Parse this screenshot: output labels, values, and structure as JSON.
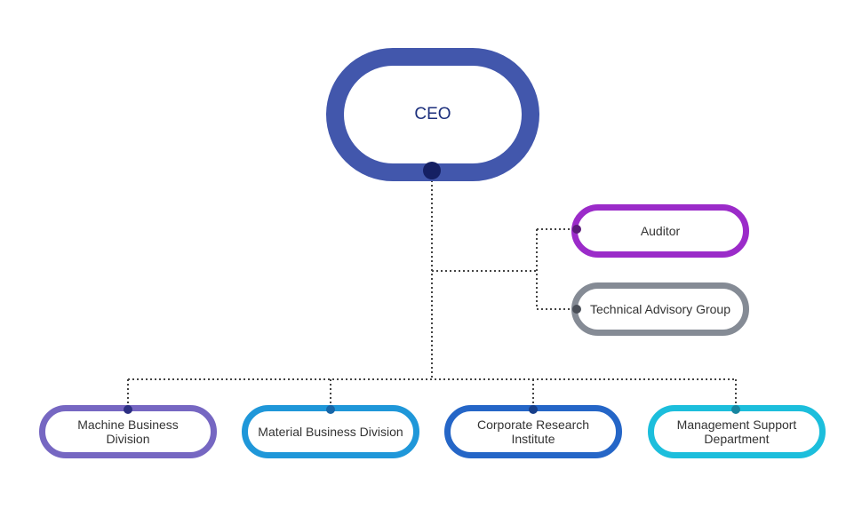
{
  "ceo": {
    "label": "CEO"
  },
  "side_units": [
    {
      "label": "Auditor",
      "color": "#9b2bc9"
    },
    {
      "label": "Technical Advisory Group",
      "color": "#858b95"
    }
  ],
  "departments": [
    {
      "label": "Machine Business Division",
      "color": "#7667c2"
    },
    {
      "label": "Material Business Division",
      "color": "#1f97d9"
    },
    {
      "label": "Corporate Research Institute",
      "color": "#2566c7"
    },
    {
      "label": "Management Support Department",
      "color": "#1cbedc"
    }
  ],
  "colors": {
    "ceo_border": "#4257ac",
    "ceo_text": "#1c2f7c",
    "connector": "#444444",
    "hub_dot": "#152063"
  }
}
